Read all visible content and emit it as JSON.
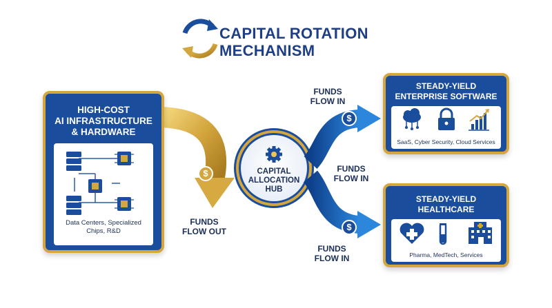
{
  "header": {
    "title_line1": "CAPITAL ROTATION",
    "title_line2": "MECHANISM"
  },
  "source_card": {
    "title_line1": "HIGH-COST",
    "title_line2": "AI INFRASTRUCTURE",
    "title_line3": "& HARDWARE",
    "caption_line1": "Data Centers, Specialized",
    "caption_line2": "Chips, R&D",
    "icons": [
      "server-rack-icon",
      "microchip-icon"
    ]
  },
  "hub": {
    "line1": "CAPITAL",
    "line2": "ALLOCATION",
    "line3": "HUB",
    "icon": "gear-icon"
  },
  "flows": {
    "out": {
      "line1": "FUNDS",
      "line2": "FLOW OUT",
      "symbol": "$"
    },
    "in_top": {
      "line1": "FUNDS",
      "line2": "FLOW IN",
      "symbol": "$"
    },
    "in_middle": {
      "line1": "FUNDS",
      "line2": "FLOW IN"
    },
    "in_bottom": {
      "line1": "FUNDS",
      "line2": "FLOW IN",
      "symbol": "$"
    }
  },
  "software_card": {
    "title_line1": "STEADY-YIELD",
    "title_line2": "ENTERPRISE SOFTWARE",
    "caption": "SaaS, Cyber Security, Cloud Services",
    "icons": [
      "cloud-network-icon",
      "padlock-icon",
      "growth-chart-icon"
    ]
  },
  "healthcare_card": {
    "title_line1": "STEADY-YIELD",
    "title_line2": "HEALTHCARE",
    "caption": "Pharma, MedTech, Services",
    "icons": [
      "heart-cross-icon",
      "test-tube-icon",
      "hospital-icon"
    ]
  },
  "colors": {
    "navy": "#1a4d9c",
    "gold": "#d3a640",
    "blue_arrow": "#1f6fc4",
    "title": "#1e3f86"
  }
}
